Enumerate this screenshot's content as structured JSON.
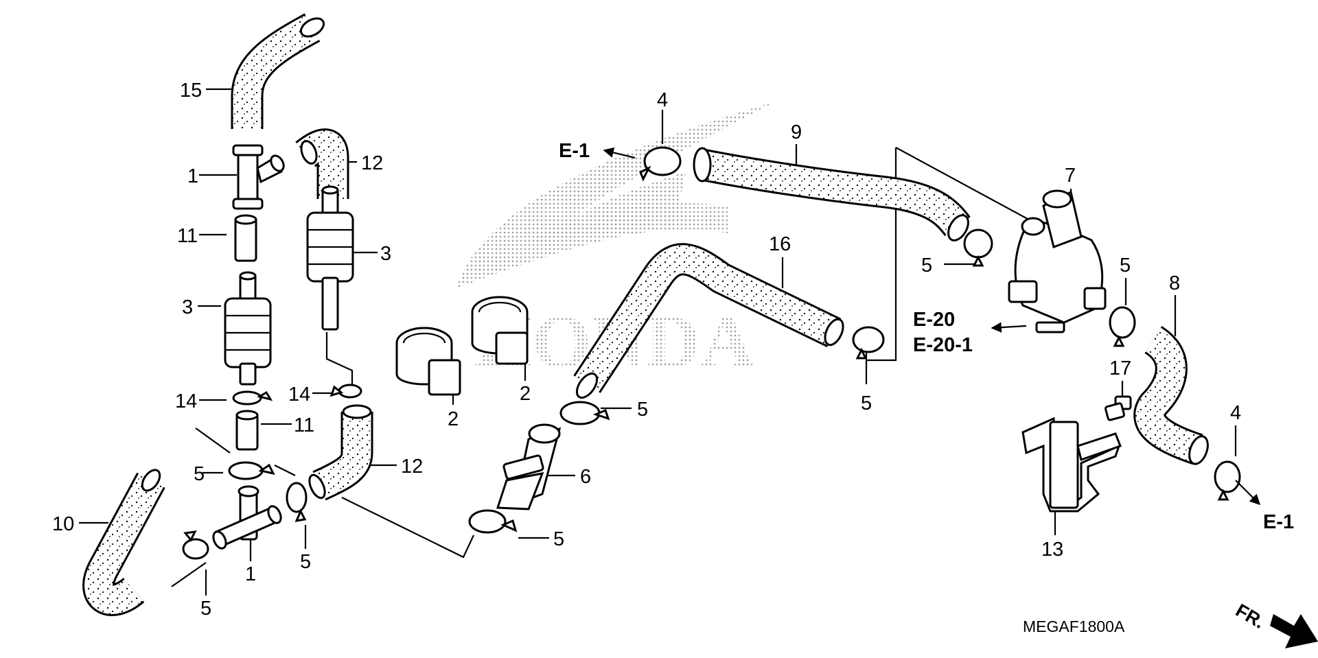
{
  "diagram": {
    "code": "MEGAF1800A",
    "front_marker": "FR.",
    "watermark": "HONDA",
    "callouts": {
      "c15": "15",
      "c12a": "12",
      "c1a": "1",
      "c11a": "11",
      "c3a": "3",
      "c3b": "3",
      "c14a": "14",
      "c14b": "14",
      "c11b": "11",
      "c5a": "5",
      "c12b": "12",
      "c10": "10",
      "c1b": "1",
      "c5b": "5",
      "c5c": "5",
      "c2a": "2",
      "c2b": "2",
      "c5d": "5",
      "c6": "6",
      "c5e": "5",
      "c4a": "4",
      "c9": "9",
      "c16": "16",
      "c5f": "5",
      "c7": "7",
      "c5g": "5",
      "c5h": "5",
      "c8": "8",
      "c17": "17",
      "c4b": "4",
      "c13": "13"
    },
    "refs": {
      "e1_left": "E-1",
      "e20": "E-20",
      "e20_1": "E-20-1",
      "e1_right": "E-1"
    }
  }
}
